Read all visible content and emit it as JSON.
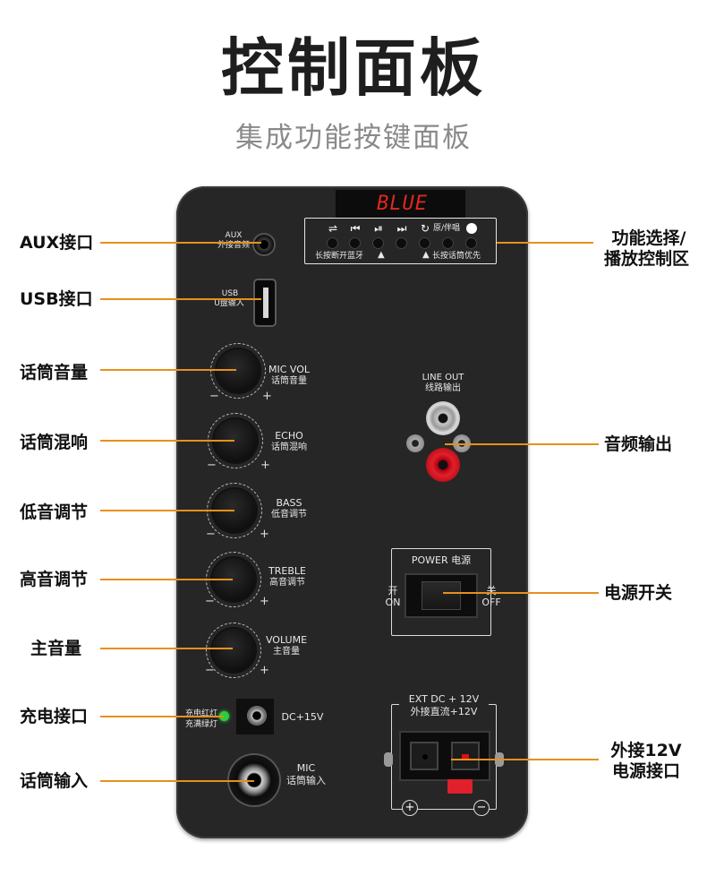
{
  "header": {
    "title": "控制面板",
    "subtitle": "集成功能按键面板"
  },
  "display": {
    "text": "BLUE"
  },
  "controls": {
    "icons": [
      "switch-mode-icon",
      "previous-icon",
      "play-pause-icon",
      "next-icon",
      "repeat-icon"
    ],
    "mode_label": "原/伴唱",
    "hint_left": "长按断开蓝牙",
    "hint_right": "长按话筒优先"
  },
  "panel_labels": {
    "aux_en": "AUX",
    "aux_cn": "外接音频",
    "usb_en": "USB",
    "usb_cn": "U盘输入",
    "micvol_en": "MIC VOL",
    "micvol_cn": "话筒音量",
    "echo_en": "ECHO",
    "echo_cn": "话筒混响",
    "bass_en": "BASS",
    "bass_cn": "低音调节",
    "treble_en": "TREBLE",
    "treble_cn": "高音调节",
    "volume_en": "VOLUME",
    "volume_cn": "主音量",
    "lineout_en": "LINE OUT",
    "lineout_cn": "线路输出",
    "power_title": "POWER 电源",
    "power_on_cn": "开",
    "power_on_en": "ON",
    "power_off_cn": "关",
    "power_off_en": "OFF",
    "charge_red": "充电红灯",
    "charge_green": "充满绿灯",
    "dc_label": "DC+15V",
    "mic_en": "MIC",
    "mic_cn": "话筒输入",
    "ext_en": "EXT DC + 12V",
    "ext_cn": "外接直流+12V",
    "plus": "+",
    "minus": "−"
  },
  "callouts_left": {
    "aux": "AUX接口",
    "usb": "USB接口",
    "mic_vol": "话筒音量",
    "mic_echo": "话筒混响",
    "bass": "低音调节",
    "treble": "高音调节",
    "volume": "主音量",
    "charge": "充电接口",
    "mic_in": "话筒输入"
  },
  "callouts_right": {
    "function_l1": "功能选择/",
    "function_l2": "播放控制区",
    "audio_out": "音频输出",
    "power": "电源开关",
    "ext_l1": "外接12V",
    "ext_l2": "电源接口"
  },
  "colors": {
    "accent_line": "#e8901a",
    "display_red": "#e0291c",
    "panel": "#262626",
    "rca_red": "#d0101a",
    "led_green": "#2ecc40"
  }
}
